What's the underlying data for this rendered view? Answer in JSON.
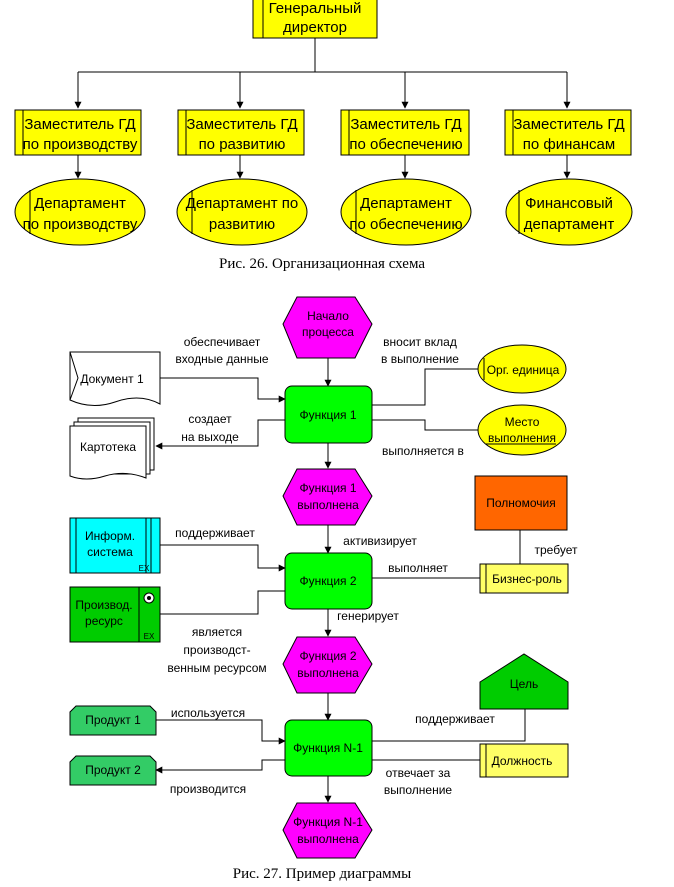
{
  "colors": {
    "yellow": "#ffff00",
    "magenta": "#ff00ff",
    "green": "#00ff00",
    "cyan": "#00ffff",
    "orange": "#ff6600",
    "yellow_light": "#ffff66"
  },
  "fig26": {
    "director": [
      "Генеральный",
      "директор"
    ],
    "deputies": [
      [
        "Заместитель ГД",
        "по производству"
      ],
      [
        "Заместитель ГД",
        "по развитию"
      ],
      [
        "Заместитель ГД",
        "по обеспечению"
      ],
      [
        "Заместитель ГД",
        "по финансам"
      ]
    ],
    "departments": [
      [
        "Департамент",
        "по производству"
      ],
      [
        "Департамент по",
        "развитию"
      ],
      [
        "Департамент",
        "по обеспечению"
      ],
      [
        "Финансовый",
        "департамент"
      ]
    ],
    "caption": "Рис. 26. Организационная схема"
  },
  "fig27": {
    "start_event": [
      "Начало",
      "процесса"
    ],
    "func1": "Функция 1",
    "event1": [
      "Функция 1",
      "выполнена"
    ],
    "func2": "Функция 2",
    "event2": [
      "Функция 2",
      "выполнена"
    ],
    "funcN": "Функция N-1",
    "eventN": [
      "Функция N-1",
      "выполнена"
    ],
    "document1": "Документ 1",
    "card_file": "Картотека",
    "org_unit": "Орг. единица",
    "location": [
      "Место",
      "выполнения"
    ],
    "info_system": [
      "Информ.",
      "система"
    ],
    "prod_resource": [
      "Производ.",
      "ресурс"
    ],
    "authority": "Полномочия",
    "business_role": "Бизнес-роль",
    "product1": "Продукт 1",
    "product2": "Продукт 2",
    "goal": "Цель",
    "position": "Должность",
    "ex": "EX",
    "labels": {
      "provides_input": [
        "обеспечивает",
        "входные данные"
      ],
      "creates_output": [
        "создает",
        "на выходе"
      ],
      "contributes": [
        "вносит вклад",
        "в выполнение"
      ],
      "executed_in": "выполняется в",
      "supports1": "поддерживает",
      "activates": "активизирует",
      "executes": "выполняет",
      "requires": "требует",
      "is_resource": [
        "является",
        "производст-",
        "венным ресурсом"
      ],
      "generates": "генерирует",
      "used": "используется",
      "supports2": "поддерживает",
      "produced": "производится",
      "responsible": [
        "отвечает за",
        "выполнение"
      ]
    },
    "caption": "Рис. 27. Пример диаграммы"
  }
}
